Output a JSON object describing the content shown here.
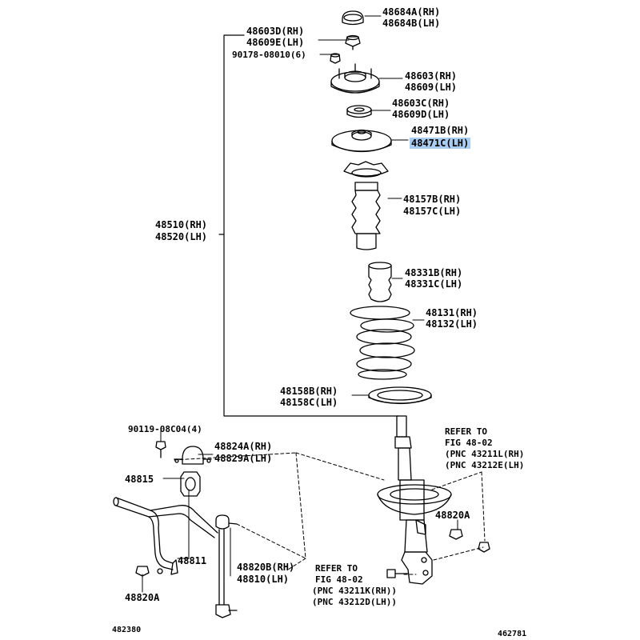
{
  "parts": {
    "cap": {
      "rh": "48684A(RH)",
      "lh": "48684B(LH)"
    },
    "nut": {
      "rh": "48603D(RH)",
      "lh": "48609E(LH)"
    },
    "bolt_upper": {
      "no": "90178-08010(6)"
    },
    "support": {
      "rh": "48603(RH)",
      "lh": "48609(LH)"
    },
    "washer": {
      "rh": "48603C(RH)",
      "lh": "48609D(LH)"
    },
    "upper_seat": {
      "rh": "48471B(RH)",
      "lh": "48471C(LH)"
    },
    "boot": {
      "rh": "48157B(RH)",
      "lh": "48157C(LH)"
    },
    "bumper": {
      "rh": "48331B(RH)",
      "lh": "48331C(LH)"
    },
    "spring": {
      "rh": "48131(RH)",
      "lh": "48132(LH)"
    },
    "lower_insulator": {
      "rh": "48158B(RH)",
      "lh": "48158C(LH)"
    },
    "strut_assy": {
      "rh": "48510(RH)",
      "lh": "48520(LH)"
    },
    "bolt_lower": {
      "no": "90119-08C04(4)"
    },
    "bracket": {
      "rh": "48824A(RH)",
      "lh": "48829A(LH)"
    },
    "bushing": {
      "no": "48815"
    },
    "stabilizer_bar": {
      "no": "48811"
    },
    "link": {
      "rh": "48820B(RH)",
      "lh": "48810(LH)"
    },
    "link_nut_right": {
      "no": "48820A"
    },
    "link_nut_left": {
      "no": "48820A"
    }
  },
  "refer_upper": {
    "line1": "REFER TO",
    "line2": "FIG 48-02",
    "line3": "(PNC 43211L(RH)",
    "line4": "(PNC 43212E(LH)"
  },
  "refer_lower": {
    "line1": "REFER TO",
    "line2": "FIG 48-02",
    "line3": "(PNC 43211K(RH))",
    "line4": "(PNC 43212D(LH))"
  },
  "footer": {
    "left_code": "482380",
    "right_code": "462781"
  },
  "highlight": {
    "color": "#a9cdf0"
  }
}
